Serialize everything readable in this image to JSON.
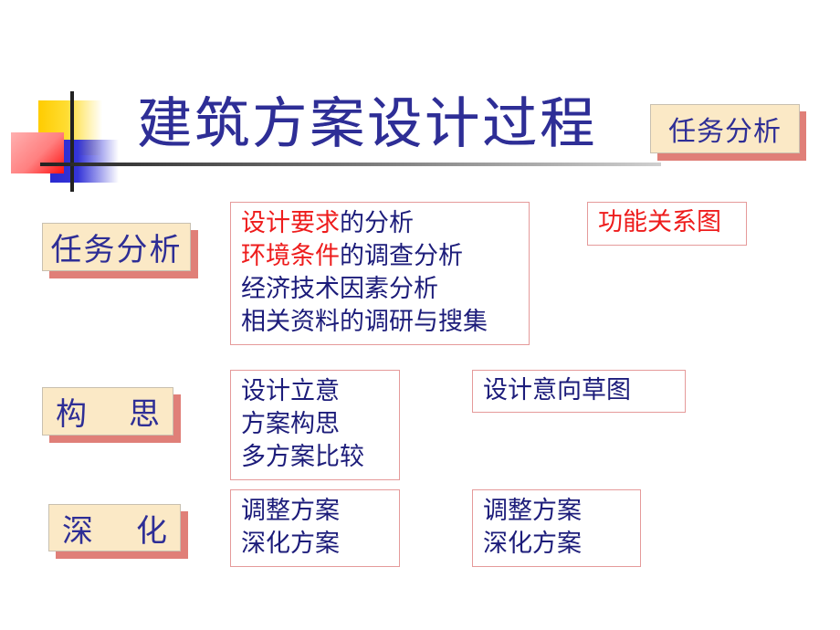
{
  "slide": {
    "title": "建筑方案设计过程",
    "header_tag": "任务分析",
    "colors": {
      "title_blue": "#2e2e96",
      "body_text": "#1c1c7a",
      "highlight_red": "#ee1c1c",
      "tag_face": "#fbe9c6",
      "tag_shadow": "#e07f78",
      "box_border": "#e59a9a"
    }
  },
  "stages": [
    {
      "label_chars": [
        "任务分析"
      ],
      "boxes": [
        {
          "lines": [
            {
              "highlight": "设计要求",
              "rest": "的分析"
            },
            {
              "highlight": "环境条件",
              "rest": "的调查分析"
            },
            {
              "highlight": "",
              "rest": "经济技术因素分析"
            },
            {
              "highlight": "",
              "rest": "相关资料的调研与搜集"
            }
          ]
        },
        {
          "lines": [
            {
              "highlight": "功能关系图",
              "rest": ""
            }
          ]
        }
      ]
    },
    {
      "label_chars": [
        "构",
        "思"
      ],
      "boxes": [
        {
          "lines": [
            {
              "rest": "设计立意"
            },
            {
              "rest": "方案构思"
            },
            {
              "rest": "多方案比较"
            }
          ]
        },
        {
          "lines": [
            {
              "rest": "设计意向草图"
            }
          ]
        }
      ]
    },
    {
      "label_chars": [
        "深",
        "化"
      ],
      "boxes": [
        {
          "lines": [
            {
              "rest": "调整方案"
            },
            {
              "rest": "深化方案"
            }
          ]
        },
        {
          "lines": [
            {
              "rest": "调整方案"
            },
            {
              "rest": "深化方案"
            }
          ]
        }
      ]
    }
  ]
}
